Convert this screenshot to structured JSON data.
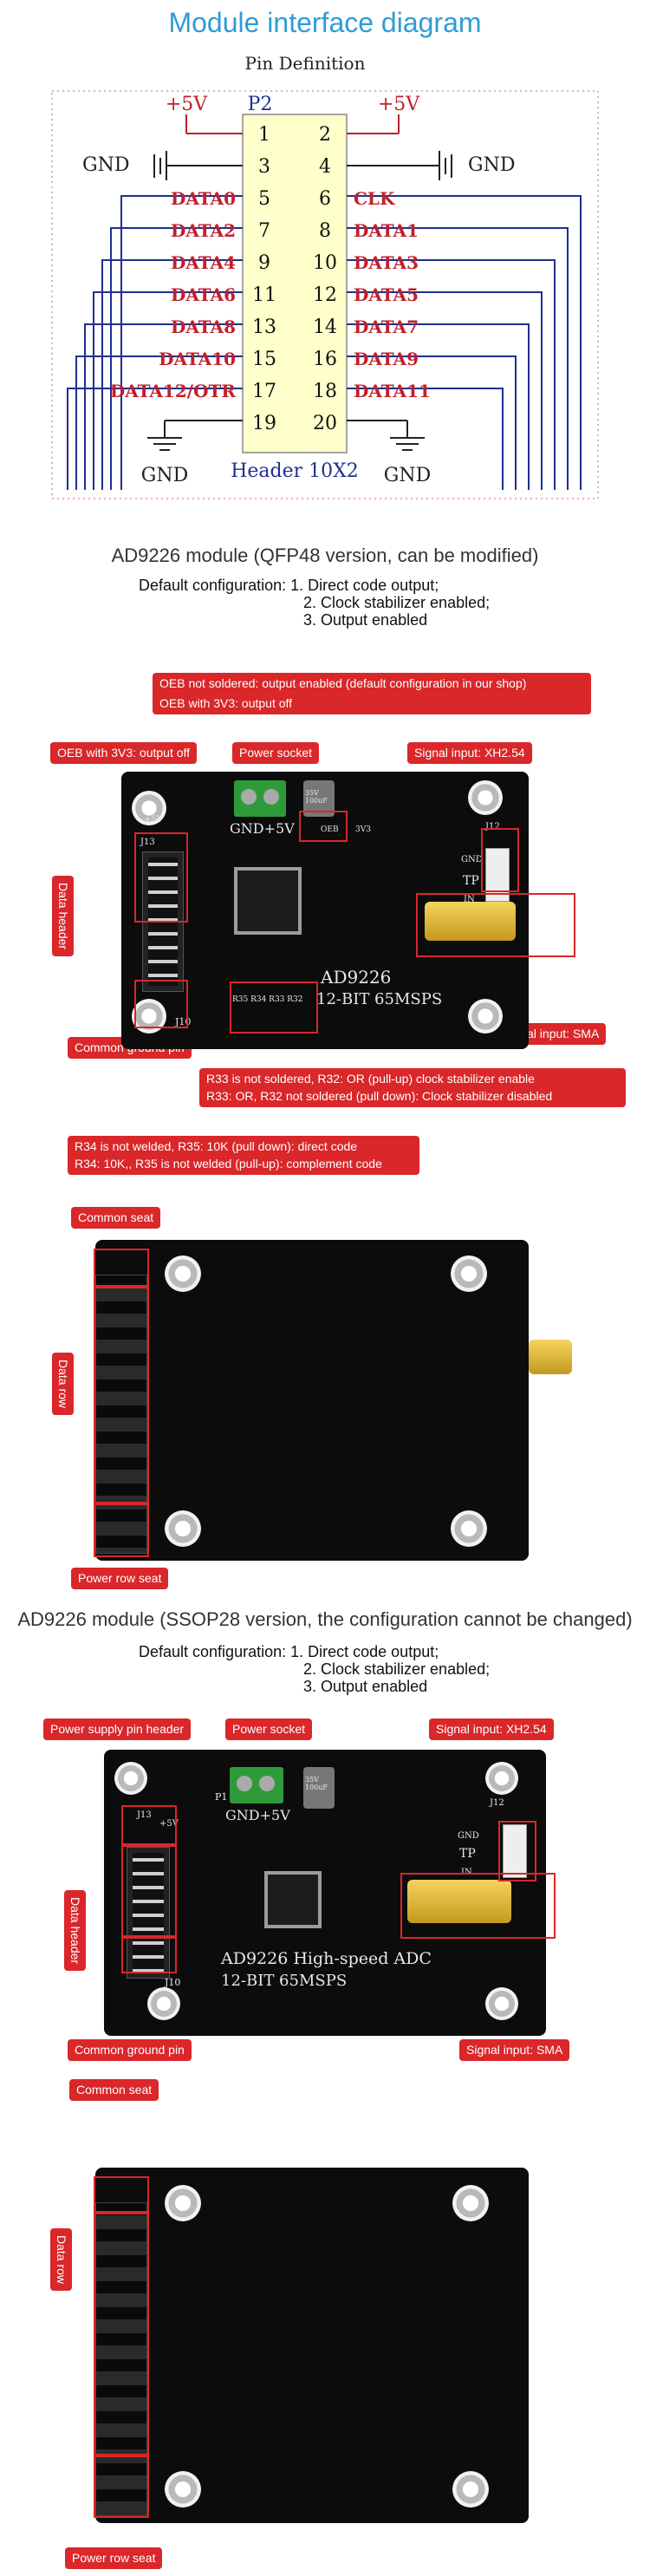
{
  "header": {
    "title": "Module interface diagram"
  },
  "pinout": {
    "title": "Pin Definition",
    "connector": "P2",
    "footer": "Header 10X2",
    "left_supply": "+5V",
    "right_supply": "+5V",
    "gnd": "GND",
    "rows": [
      {
        "l": "1",
        "r": "2",
        "ls": "",
        "rs": ""
      },
      {
        "l": "3",
        "r": "4",
        "ls": "",
        "rs": ""
      },
      {
        "l": "5",
        "r": "6",
        "ls": "DATA0",
        "rs": "CLK"
      },
      {
        "l": "7",
        "r": "8",
        "ls": "DATA2",
        "rs": "DATA1"
      },
      {
        "l": "9",
        "r": "10",
        "ls": "DATA4",
        "rs": "DATA3"
      },
      {
        "l": "11",
        "r": "12",
        "ls": "DATA6",
        "rs": "DATA5"
      },
      {
        "l": "13",
        "r": "14",
        "ls": "DATA8",
        "rs": "DATA7"
      },
      {
        "l": "15",
        "r": "16",
        "ls": "DATA10",
        "rs": "DATA9"
      },
      {
        "l": "17",
        "r": "18",
        "ls": "DATA12/OTR",
        "rs": "DATA11"
      },
      {
        "l": "19",
        "r": "20",
        "ls": "",
        "rs": ""
      }
    ]
  },
  "qfp": {
    "title": "AD9226 module (QFP48 version, can be modified)",
    "config_label": "Default configuration:",
    "config": [
      "1. Direct code output;",
      "2. Clock stabilizer enabled;",
      "3. Output enabled"
    ],
    "callouts": {
      "oeb": "OEB not soldered: output enabled (default configuration in our shop)",
      "oeb2": "OEB with 3V3: output off",
      "oeb_left": "OEB with 3V3: output off",
      "power_socket": "Power socket",
      "signal_xh": "Signal input: XH2.54",
      "data_header": "Data header",
      "signal_sma": "Signal input: SMA",
      "common_ground": "Common ground pin",
      "r33_line1": "R33 is not soldered, R32: OR (pull-up) clock stabilizer enable",
      "r33_line2": "R33: OR, R32 not soldered (pull down): Clock stabilizer disabled",
      "r34_line1": "R34 is not welded, R35: 10K (pull down): direct code",
      "r34_line2": "R34: 10K,, R35 is not welded (pull-up): complement code"
    },
    "silk": {
      "chip": "AD9226",
      "spec": "12-BIT 65MSPS",
      "gnd5v": "GND+5V",
      "p5v": "+5V",
      "gnd": "GND",
      "tp": "TP",
      "in": "IN",
      "j10": "J10",
      "j13": "J13",
      "j12": "J12",
      "res": "R35 R34 R33 R32",
      "cap": "35V 100uF",
      "oeb_pad": "OEB",
      "v3": "3V3"
    }
  },
  "qfp_back": {
    "common_seat": "Common seat",
    "data_row": "Data row",
    "power_row": "Power row seat"
  },
  "ssop": {
    "title": "AD9226 module (SSOP28 version, the configuration cannot be changed)",
    "config_label": "Default configuration:",
    "config": [
      "1. Direct code output;",
      "2. Clock stabilizer enabled;",
      "3. Output enabled"
    ],
    "callouts": {
      "power_header": "Power supply pin header",
      "power_socket": "Power socket",
      "signal_xh": "Signal input: XH2.54",
      "data_header": "Data header",
      "common_ground": "Common ground pin",
      "signal_sma": "Signal input: SMA"
    },
    "silk": {
      "chip": "AD9226 High-speed ADC",
      "spec": "12-BIT 65MSPS",
      "gnd5v": "GND+5V",
      "p5v": "+5V",
      "gnd": "GND",
      "tp": "TP",
      "in": "IN",
      "j10": "J10",
      "j13": "J13",
      "j12": "J12",
      "cap": "35V 100uF",
      "p1": "P1"
    }
  },
  "ssop_back": {
    "common_seat": "Common seat",
    "data_row": "Data row",
    "power_row": "Power row seat"
  },
  "colors": {
    "title": "#2f9bd6",
    "callout": "#d9272a",
    "wire": "#1f2f8f",
    "signal": "#c0202a",
    "header_fill": "#ffffcc"
  }
}
